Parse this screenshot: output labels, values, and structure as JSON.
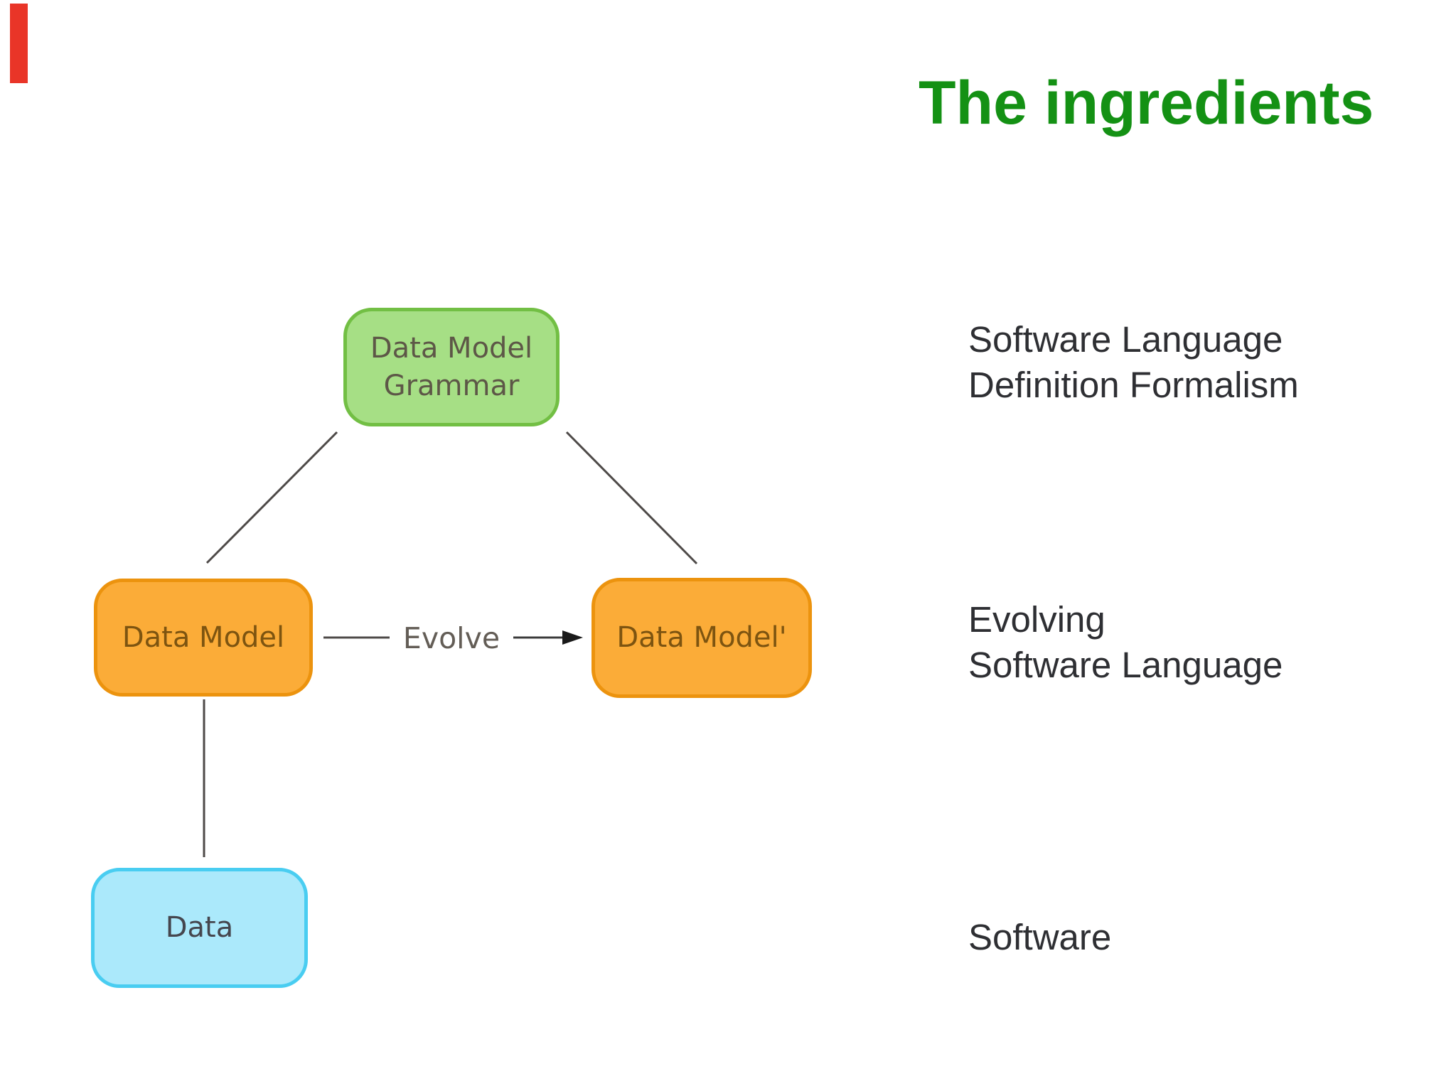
{
  "slide": {
    "title": "The ingredients",
    "colors": {
      "background": "#ffffff",
      "title_green": "#149114",
      "annotation_text": "#2e2f33",
      "connector_line": "#4e4a48",
      "marker_red": "#e93528"
    }
  },
  "diagram": {
    "nodes": {
      "grammar": {
        "lines": [
          "Data Model",
          "Grammar"
        ],
        "fill": "#a6df85",
        "border": "#72bf44",
        "text_color": "#5d5747"
      },
      "model": {
        "label": "Data Model",
        "fill": "#fbac38",
        "border": "#ec930e",
        "text_color": "#7d5410"
      },
      "model_prime": {
        "label": "Data Model'",
        "fill": "#fbac38",
        "border": "#ec930e",
        "text_color": "#7d5410"
      },
      "data": {
        "label": "Data",
        "fill": "#abe9fb",
        "border": "#49cdf1",
        "text_color": "#45464e"
      }
    },
    "edges": {
      "evolve_label": "Evolve"
    }
  },
  "annotations": {
    "formalism": [
      "Software Language",
      "Definition Formalism"
    ],
    "evolving": [
      "Evolving",
      "Software Language"
    ],
    "software": [
      "Software"
    ]
  }
}
